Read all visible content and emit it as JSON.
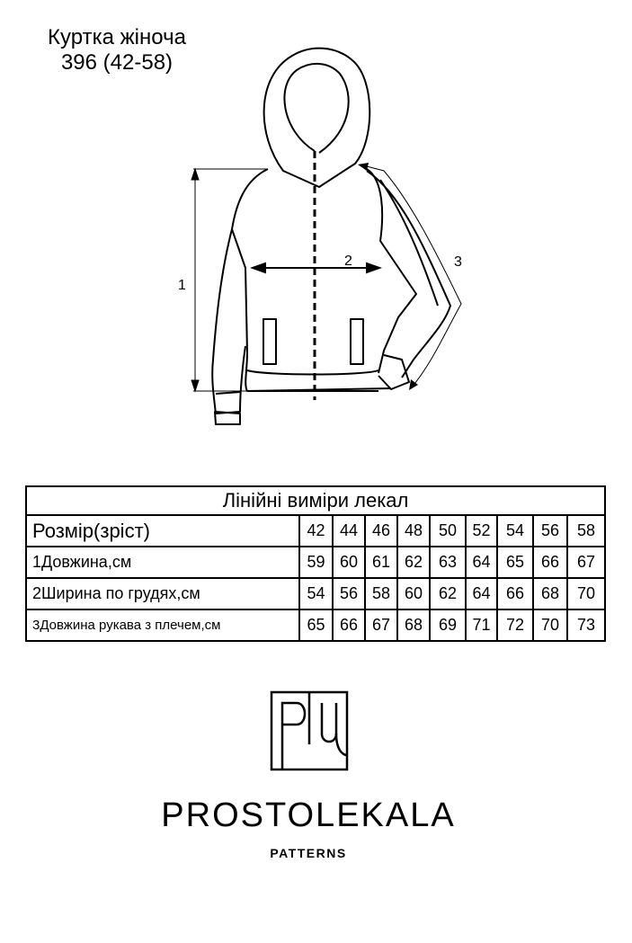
{
  "header": {
    "title_line1": "Куртка жіноча",
    "title_line2": "396 (42-58)"
  },
  "sketch": {
    "labels": [
      "1",
      "2",
      "3"
    ]
  },
  "table": {
    "caption": "Лінійні виміри лекал",
    "header_label": "Розмір(зріст)",
    "sizes": [
      "42",
      "44",
      "46",
      "48",
      "50",
      "52",
      "54",
      "56",
      "58"
    ],
    "rows": [
      {
        "label": "1Довжина,см",
        "values": [
          "59",
          "60",
          "61",
          "62",
          "63",
          "64",
          "65",
          "66",
          "67"
        ]
      },
      {
        "label": "2Ширина по грудях,см",
        "values": [
          "54",
          "56",
          "58",
          "60",
          "62",
          "64",
          "66",
          "68",
          "70"
        ]
      },
      {
        "label": "3Довжина рукава з плечем,см",
        "values": [
          "65",
          "66",
          "67",
          "68",
          "69",
          "71",
          "72",
          "70",
          "73"
        ]
      }
    ]
  },
  "brand": {
    "name": "PROSTOLEKALA",
    "tagline": "PATTERNS"
  }
}
